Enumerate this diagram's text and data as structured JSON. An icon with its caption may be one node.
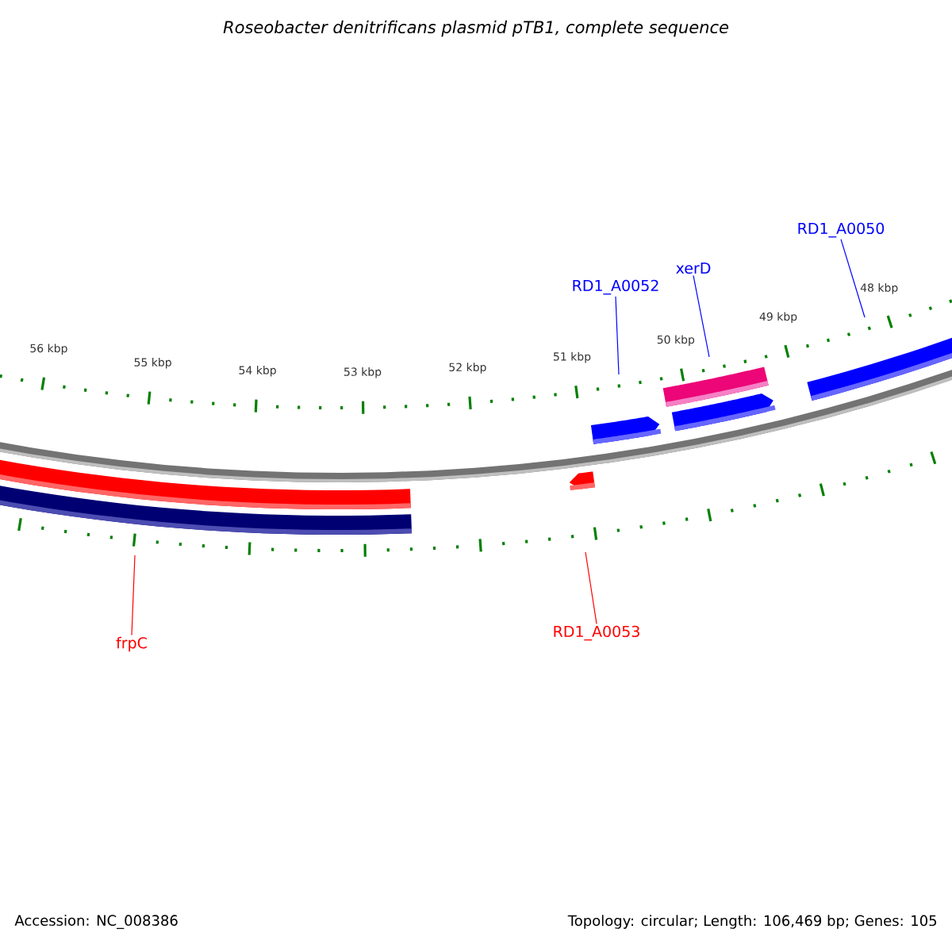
{
  "diagram": {
    "title": "Roseobacter denitrificans plasmid pTB1, complete sequence",
    "nodes": [
      {
        "text": [
          "RD1_A0050"
        ]
      },
      {
        "text": [
          "xerD"
        ]
      },
      {
        "text": [
          "RD1_A0052"
        ]
      },
      {
        "text": [
          "frpC"
        ]
      },
      {
        "text": [
          "RD1_A0053"
        ]
      }
    ],
    "edges": [
      {
        "from": 0,
        "to": null,
        "arrow": "none"
      },
      {
        "from": 1,
        "to": null,
        "arrow": "none"
      },
      {
        "from": 2,
        "to": null,
        "arrow": "none"
      },
      {
        "from": 3,
        "to": null,
        "arrow": "none",
        "color": "#ff0000"
      },
      {
        "from": 4,
        "to": null,
        "arrow": "none",
        "color": "#ff0000"
      }
    ],
    "labels": [
      "56 kbp",
      "55 kbp",
      "54 kbp",
      "53 kbp",
      "52 kbp",
      "51 kbp",
      "50 kbp",
      "49 kbp",
      "48 kbp",
      "Accession: NC_008386",
      "Topology: circular; Length: 106,469 bp; Genes: 105"
    ]
  }
}
